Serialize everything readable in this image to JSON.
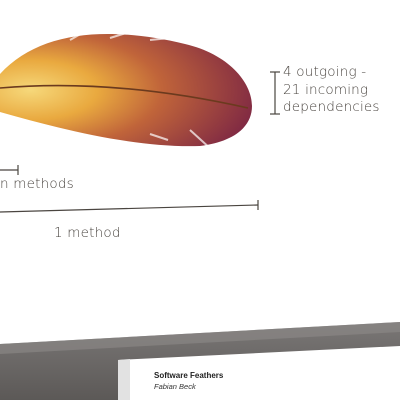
{
  "feather": {
    "dependency_lines": [
      "4 outgoing -",
      "21 incoming",
      "dependencies"
    ],
    "methods_label_a": "n methods",
    "methods_label_b": "1 method",
    "colors": {
      "tip_dark": "#7a2444",
      "mid": "#b5533a",
      "glow": "#f0c14a",
      "shaft": "#6b3a1e",
      "ink": "#4a4540"
    }
  },
  "card": {
    "title": "Software Feathers",
    "author": "Fabian Beck"
  }
}
